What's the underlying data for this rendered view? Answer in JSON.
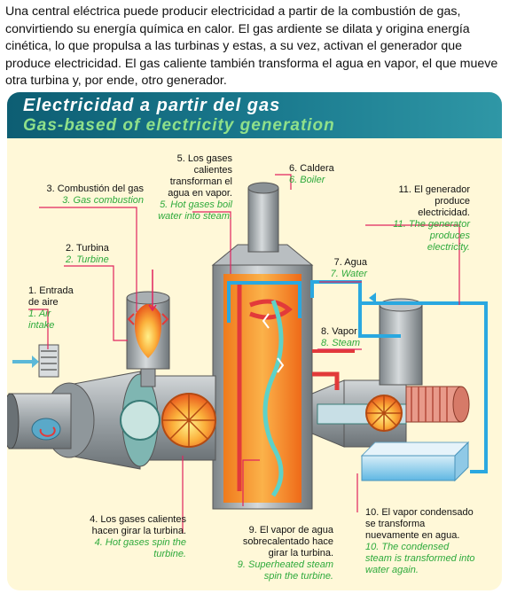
{
  "intro": "Una central eléctrica puede producir electricidad a partir de la combustión de gas, convirtiendo su energía química en calor. El gas ardiente se dilata y origina energía cinética, lo que propulsa a las turbinas y estas, a su vez, activan el generador que produce electricidad. El gas caliente también transforma el agua en vapor, el que mueve otra turbina y, por ende, otro generador.",
  "title": {
    "es": "Electricidad a partir del gas",
    "en": "Gas-based of electricity generation"
  },
  "labels": {
    "l1": {
      "es": "1. Entrada de aire",
      "en": "1. Air intake"
    },
    "l2": {
      "es": "2. Turbina",
      "en": "2. Turbine"
    },
    "l3": {
      "es": "3. Combustión del gas",
      "en": "3. Gas combustion"
    },
    "l4": {
      "es": "4. Los gases calientes hacen girar la turbina.",
      "en": "4. Hot gases spin the turbine."
    },
    "l5": {
      "es": "5. Los gases calientes transforman el agua en vapor.",
      "en": "5. Hot gases boil water into steam."
    },
    "l6": {
      "es": "6. Caldera",
      "en": "6. Boiler"
    },
    "l7": {
      "es": "7. Agua",
      "en": "7. Water"
    },
    "l8": {
      "es": "8. Vapor",
      "en": "8. Steam"
    },
    "l9": {
      "es": "9. El vapor de agua sobrecalentado hace girar la turbina.",
      "en": "9. Superheated steam spin the turbine."
    },
    "l10": {
      "es": "10. El vapor condensado se transforma nuevamente en agua.",
      "en": "10. The condensed steam is transformed into water again."
    },
    "l11": {
      "es": "11. El generador produce electricidad.",
      "en": "11. The generator produces electricity."
    }
  },
  "colors": {
    "banner": "#1b7b8f",
    "english_text": "#2eaa3c",
    "leader_line": "#e0245e",
    "water_pipe": "#2aa8e0",
    "hot_pipe": "#e23a3a"
  }
}
